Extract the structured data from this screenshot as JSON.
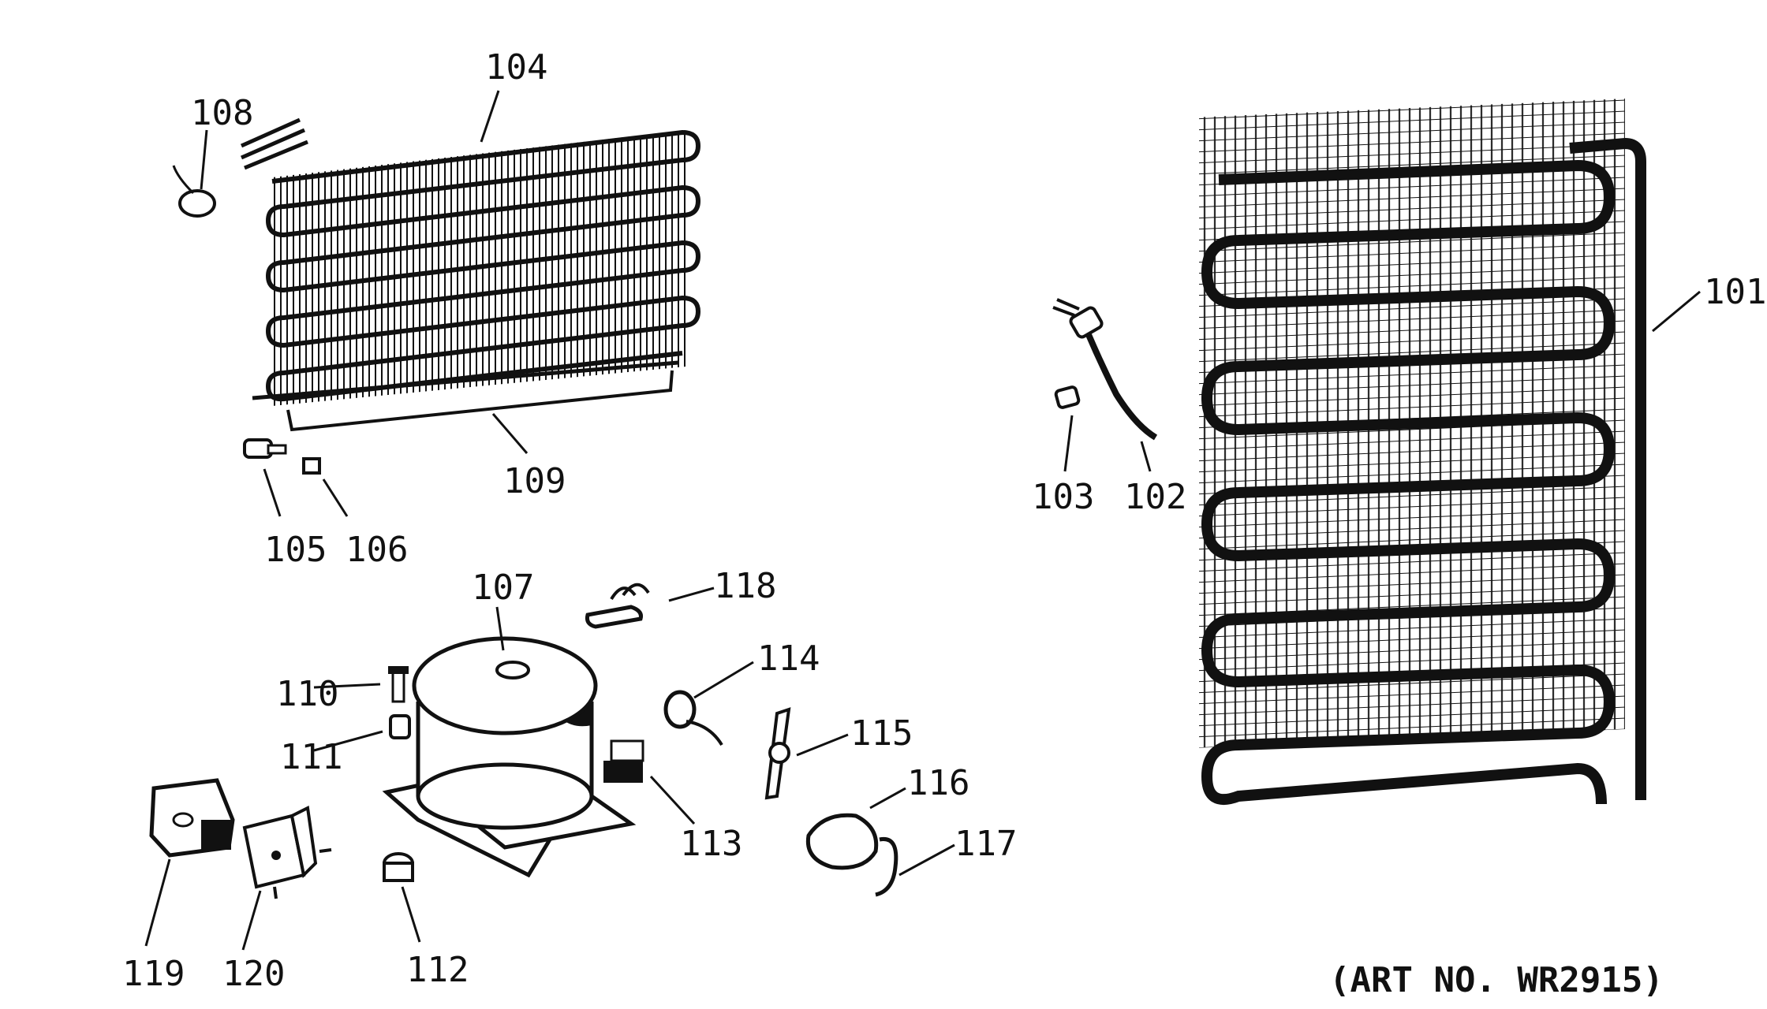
{
  "callouts": {
    "p101": "101",
    "p102": "102",
    "p103": "103",
    "p104": "104",
    "p105": "105",
    "p106": "106",
    "p107": "107",
    "p108": "108",
    "p109": "109",
    "p110": "110",
    "p111": "111",
    "p112": "112",
    "p113": "113",
    "p114": "114",
    "p115": "115",
    "p116": "116",
    "p117": "117",
    "p118": "118",
    "p119": "119",
    "p120": "120"
  },
  "art_number": "(ART NO. WR2915)"
}
